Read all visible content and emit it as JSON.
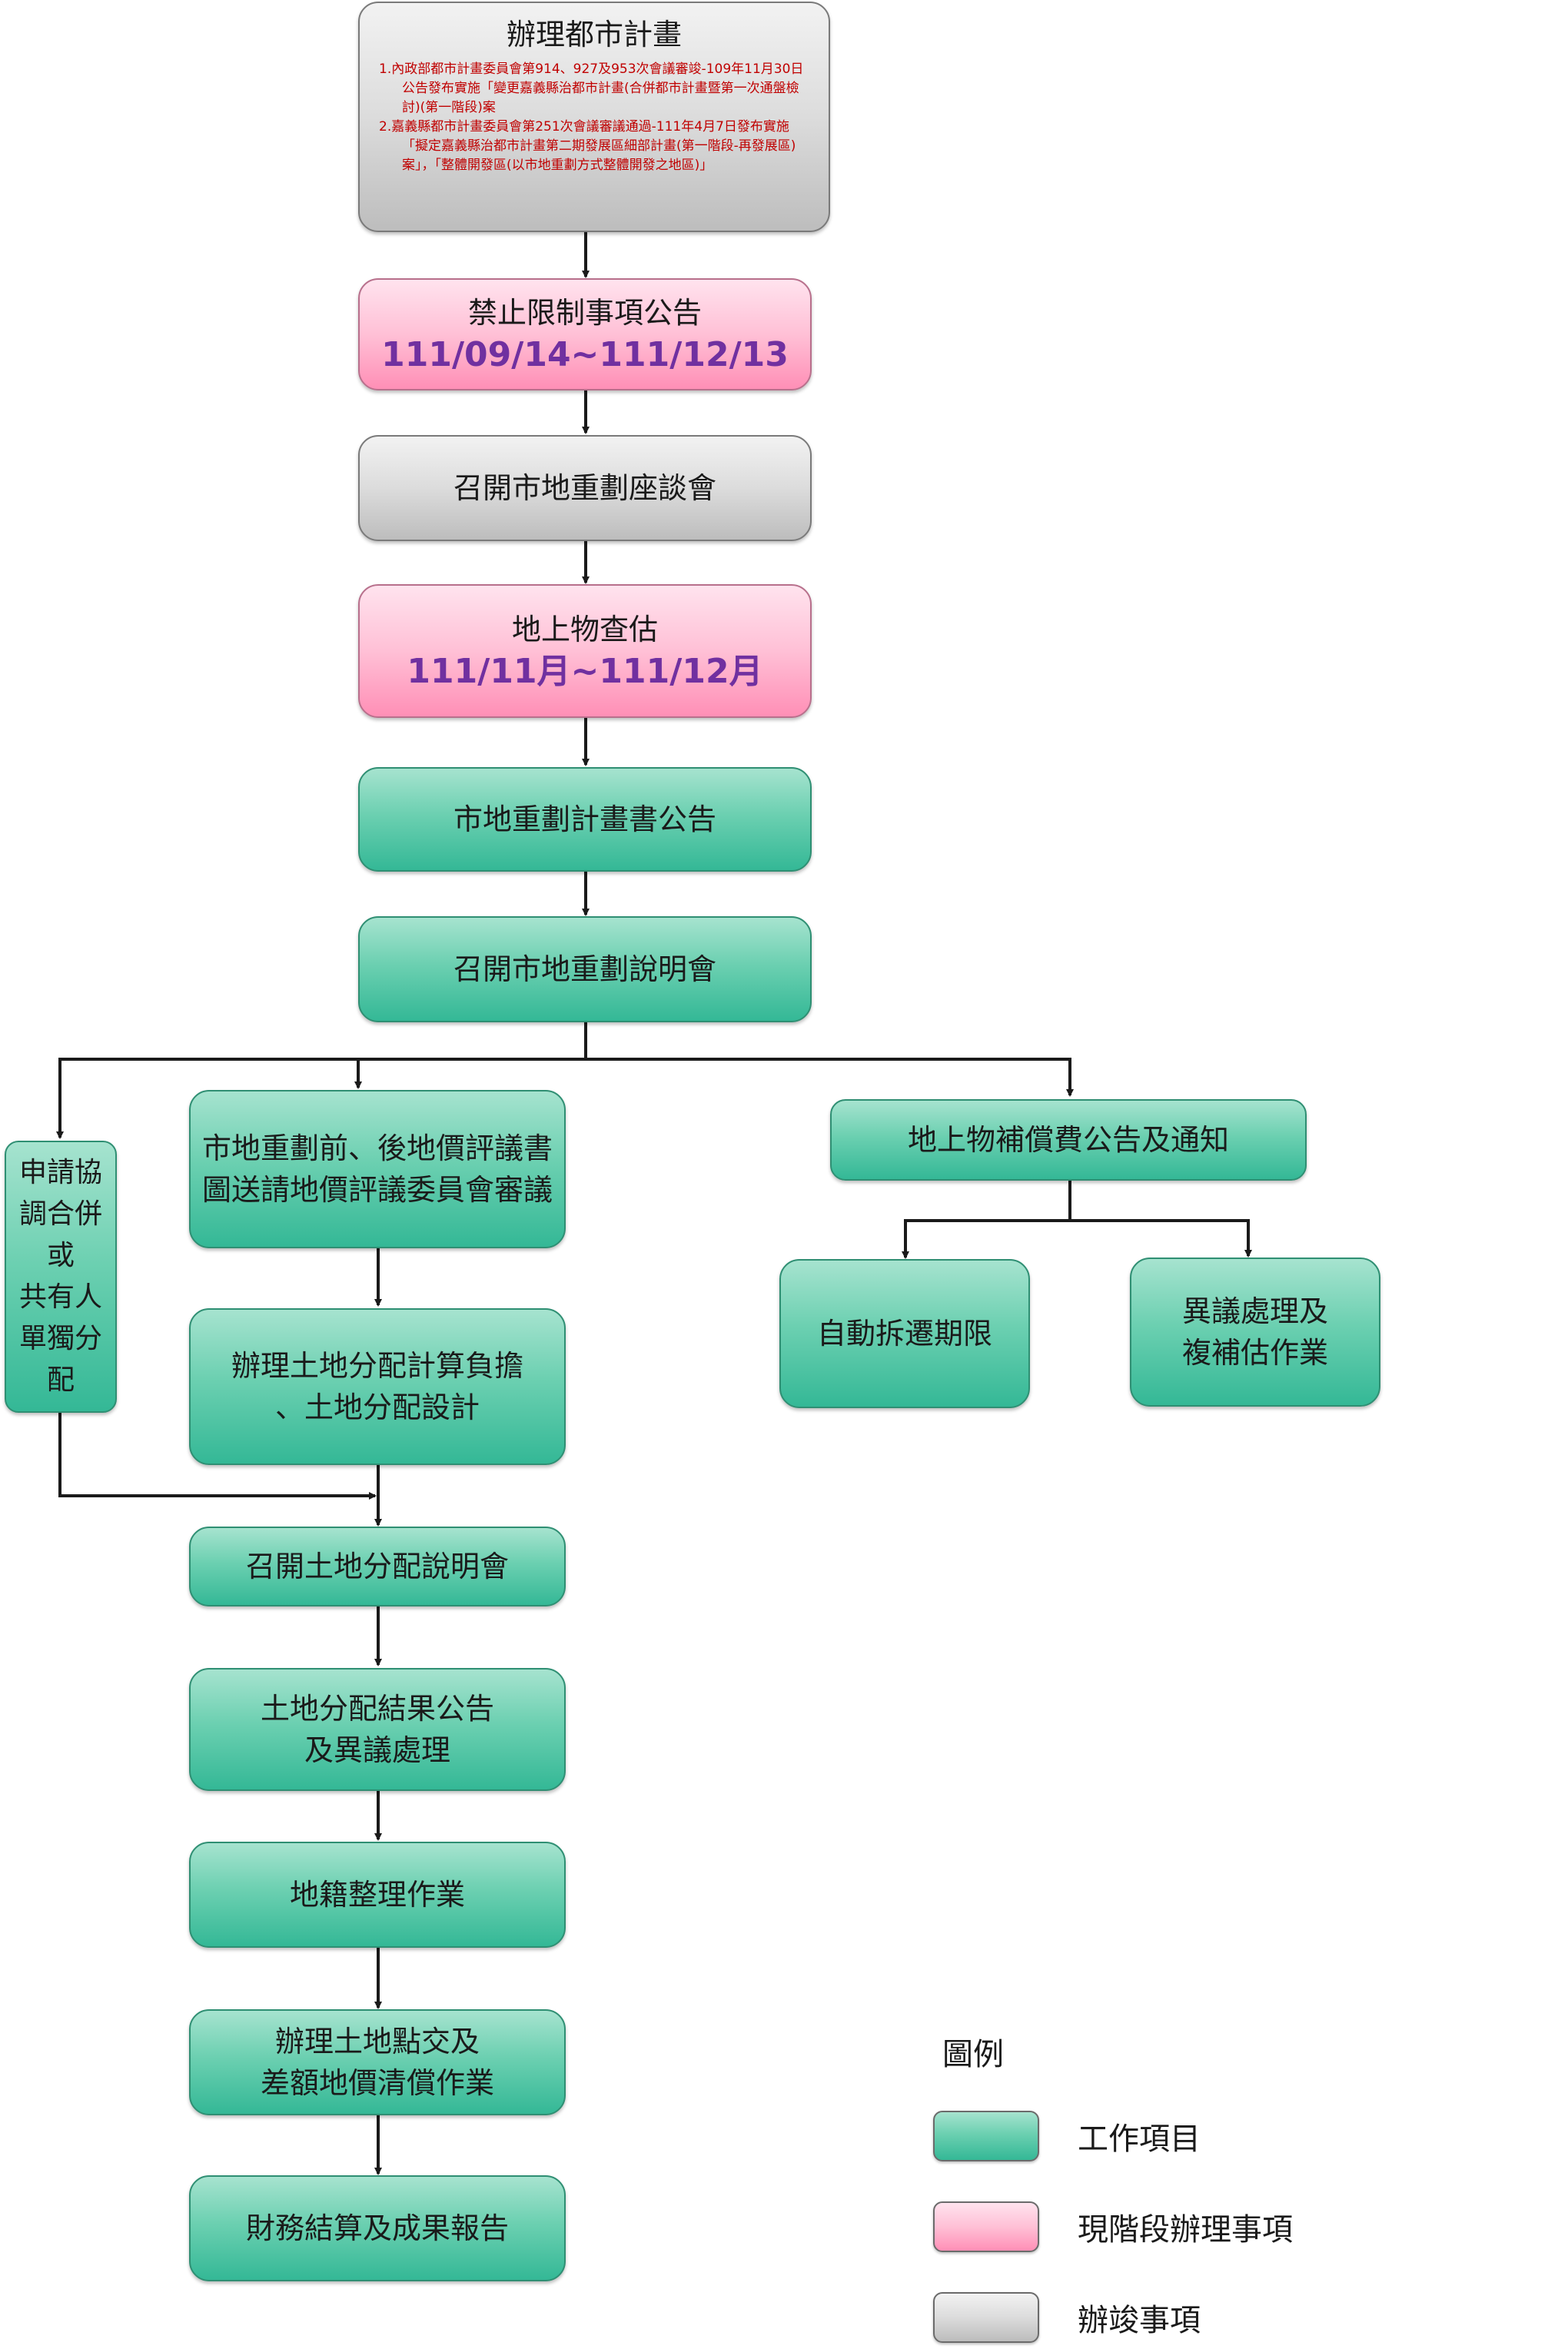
{
  "nodes": {
    "plan": {
      "title": "辦理都市計畫",
      "notes": [
        "1.內政部都市計畫委員會第914、927及953次會議審竣-109年11月30日公告發布實施「變更嘉義縣治都市計畫(合併都市計畫暨第一次通盤檢討)(第一階段)案",
        "2.嘉義縣都市計畫委員會第251次會議審議通過-111年4月7日發布實施「擬定嘉義縣治都市計畫第二期發展區細部計畫(第一階段-再發展區)案」，「整體開發區(以市地重劃方式整體開發之地區)」"
      ]
    },
    "prohibit": {
      "title": "禁止限制事項公告",
      "date": "111/09/14~111/12/13"
    },
    "forum": {
      "title": "召開市地重劃座談會"
    },
    "survey": {
      "title": "地上物查估",
      "date": "111/11月~111/12月"
    },
    "plan_notice": {
      "title": "市地重劃計畫書公告"
    },
    "briefing": {
      "title": "召開市地重劃說明會"
    },
    "merge_apply": {
      "lines": [
        "申請協",
        "調合併",
        "或",
        "共有人",
        "單獨分",
        "配"
      ]
    },
    "land_value": {
      "line1": "市地重劃前、後地價評議書",
      "line2": "圖送請地價評議委員會審議"
    },
    "compensation": {
      "title": "地上物補償費公告及通知"
    },
    "self_demolish": {
      "title": "自動拆遷期限"
    },
    "objection": {
      "line1": "異議處理及",
      "line2": "複補估作業"
    },
    "allocation_calc": {
      "line1": "辦理土地分配計算負擔",
      "line2": "、土地分配設計"
    },
    "allocation_briefing": {
      "title": "召開土地分配說明會"
    },
    "allocation_result": {
      "line1": "土地分配結果公告",
      "line2": "及異議處理"
    },
    "cadastral": {
      "title": "地籍整理作業"
    },
    "handover": {
      "line1": "辦理土地點交及",
      "line2": "差額地價清償作業"
    },
    "final": {
      "title": "財務結算及成果報告"
    }
  },
  "legend": {
    "title": "圖例",
    "items": [
      {
        "label": "工作項目",
        "color": "green"
      },
      {
        "label": "現階段辦理事項",
        "color": "pink"
      },
      {
        "label": "辦竣事項",
        "color": "gray"
      }
    ]
  },
  "colors": {
    "work_item": "#6cd0b1",
    "current_stage": "#ffc0d6",
    "completed": "#dcdcdc",
    "date_text": "#7030a0",
    "note_text": "#c00000"
  }
}
